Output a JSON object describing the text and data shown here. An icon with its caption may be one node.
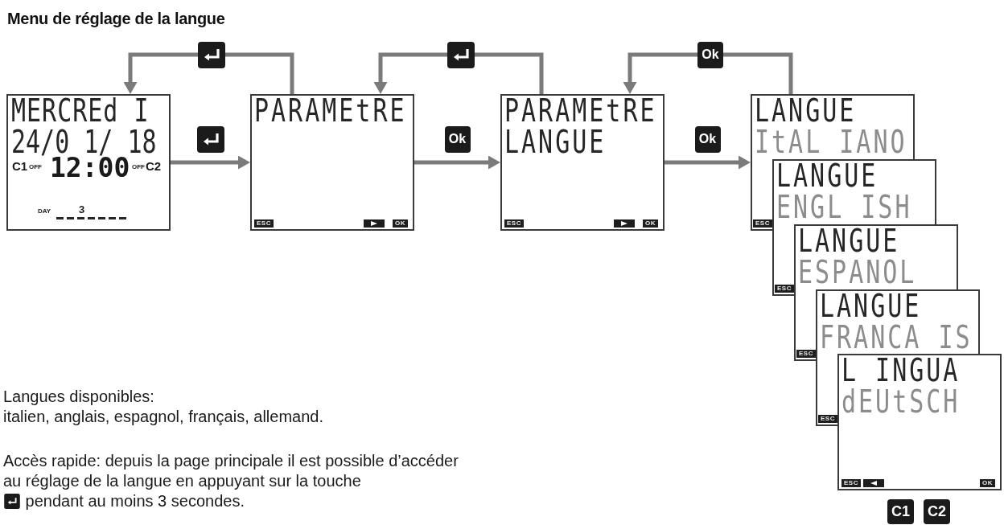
{
  "diagram": {
    "title": "Menu de réglage de la langue",
    "nodes": [
      {
        "text": [
          "MERCREd I",
          "24/0 1/ 18",
          "C1",
          "OFF",
          "12:00",
          "OFF",
          "C2",
          "DAY",
          "3"
        ]
      },
      {
        "text": [
          "PARAMEtRE",
          "ESC",
          "OK"
        ]
      },
      {
        "text": [
          "PARAMEtRE",
          "LANGUE",
          "ESC",
          "OK"
        ]
      },
      {
        "text": [
          "LANGUE",
          "ItAL IANO",
          "ESC"
        ]
      },
      {
        "text": [
          "LANGUE",
          "ENGL ISH",
          "ESC"
        ]
      },
      {
        "text": [
          "LANGUE",
          "ESPANOL",
          "ESC"
        ]
      },
      {
        "text": [
          "LANGUE",
          "FRANCA IS",
          "ESC"
        ]
      },
      {
        "text": [
          "L INGUA",
          "dEUtSCH",
          "ESC",
          "OK"
        ]
      }
    ],
    "edges": [
      {
        "from": 1,
        "to": 0,
        "arrow": "to"
      },
      {
        "from": 0,
        "to": 1,
        "arrow": "to"
      },
      {
        "from": 2,
        "to": 1,
        "arrow": "to"
      },
      {
        "from": 1,
        "to": 2,
        "arrow": "to",
        "label": "Ok"
      },
      {
        "from": 3,
        "to": 2,
        "arrow": "to",
        "label": "Ok"
      },
      {
        "from": 2,
        "to": 3,
        "arrow": "to",
        "label": "Ok"
      }
    ],
    "labels": [
      "Langues disponibles:",
      "italien, anglais, espagnol, français, allemand.",
      "Accès rapide: depuis la page principale il est possible d’accéder au réglage de la langue en appuyant sur la touche",
      "pendant au moins 3 secondes.",
      "C1",
      "C2"
    ]
  }
}
